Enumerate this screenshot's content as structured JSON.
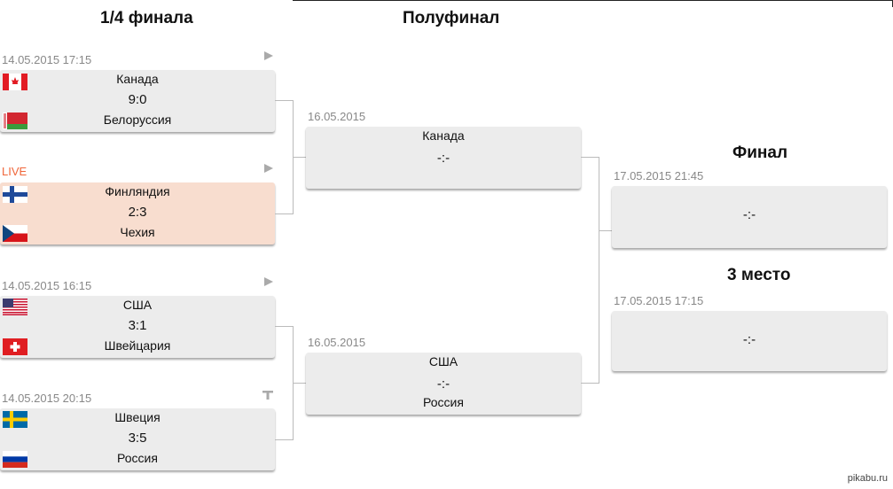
{
  "headers": {
    "quarterfinal": "1/4 финала",
    "semifinal": "Полуфинал",
    "final": "Финал",
    "third_place": "3 место"
  },
  "quarterfinals": [
    {
      "date": "14.05.2015 17:15",
      "team1": "Канада",
      "team2": "Белоруссия",
      "score": "9:0",
      "flag1": "canada-flag",
      "flag2": "belarus-flag",
      "status_icon": "play-icon"
    },
    {
      "date": "LIVE",
      "team1": "Финляндия",
      "team2": "Чехия",
      "score": "2:3",
      "flag1": "finland-flag",
      "flag2": "czech-flag",
      "status_icon": "play-icon"
    },
    {
      "date": "14.05.2015 16:15",
      "team1": "США",
      "team2": "Швейцария",
      "score": "3:1",
      "flag1": "usa-flag",
      "flag2": "switzerland-flag",
      "status_icon": "play-icon"
    },
    {
      "date": "14.05.2015 20:15",
      "team1": "Швеция",
      "team2": "Россия",
      "score": "3:5",
      "flag1": "sweden-flag",
      "flag2": "russia-flag",
      "status_icon": "text-icon"
    }
  ],
  "semifinals": [
    {
      "date": "16.05.2015",
      "team1": "Канада",
      "team2": "",
      "score": "-:-"
    },
    {
      "date": "16.05.2015",
      "team1": "США",
      "team2": "Россия",
      "score": "-:-"
    }
  ],
  "final": {
    "date": "17.05.2015 21:45",
    "score": "-:-"
  },
  "third_place": {
    "date": "17.05.2015 17:15",
    "score": "-:-"
  },
  "watermark": "pikabu.ru",
  "colors": {
    "box": "#ececec",
    "live_box": "#f8ddcf",
    "live_text": "#f0663a",
    "date_text": "#888888",
    "connector": "#bbbbbb"
  }
}
